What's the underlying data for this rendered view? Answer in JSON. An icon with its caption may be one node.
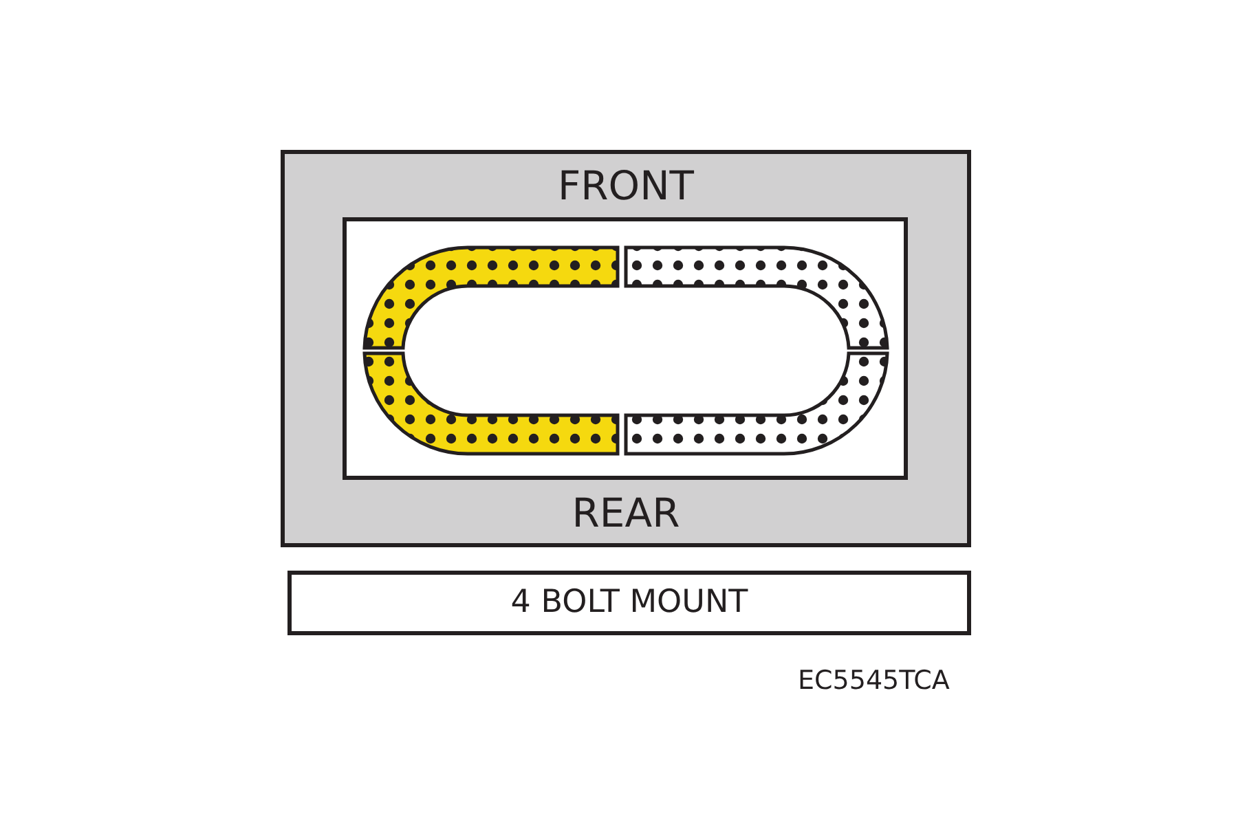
{
  "diagram": {
    "nodes": [
      {
        "text": [
          "FRONT",
          "REAR"
        ]
      },
      {
        "text": [],
        "shape": "box",
        "in": 0
      },
      {
        "text": [
          "4 BOLT MOUNT"
        ]
      }
    ],
    "labels": [
      "EC5545TCA"
    ]
  }
}
